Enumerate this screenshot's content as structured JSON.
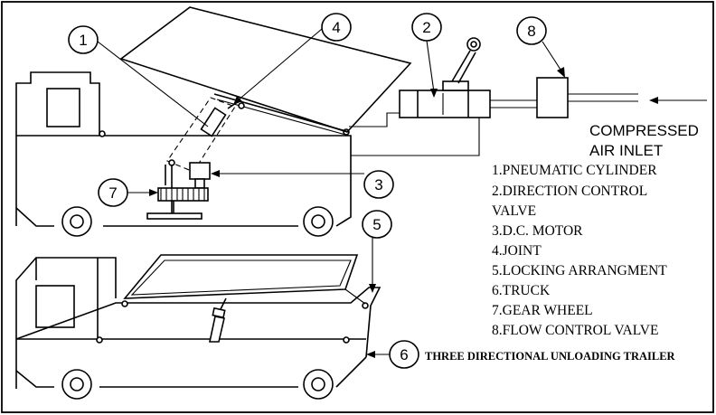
{
  "callouts": {
    "n1": "1",
    "n2": "2",
    "n3": "3",
    "n4": "4",
    "n5": "5",
    "n6": "6",
    "n7": "7",
    "n8": "8"
  },
  "air_inlet": {
    "line1": "COMPRESSED",
    "line2": "AIR  INLET"
  },
  "legend": [
    "1.PNEUMATIC CYLINDER",
    "2.DIRECTION CONTROL",
    "VALVE",
    "3.D.C. MOTOR",
    "4.JOINT",
    "5.LOCKING ARRANGMENT",
    "6.TRUCK",
    "7.GEAR WHEEL",
    "8.FLOW CONTROL VALVE"
  ],
  "caption": "THREE DIRECTIONAL UNLOADING TRAILER"
}
